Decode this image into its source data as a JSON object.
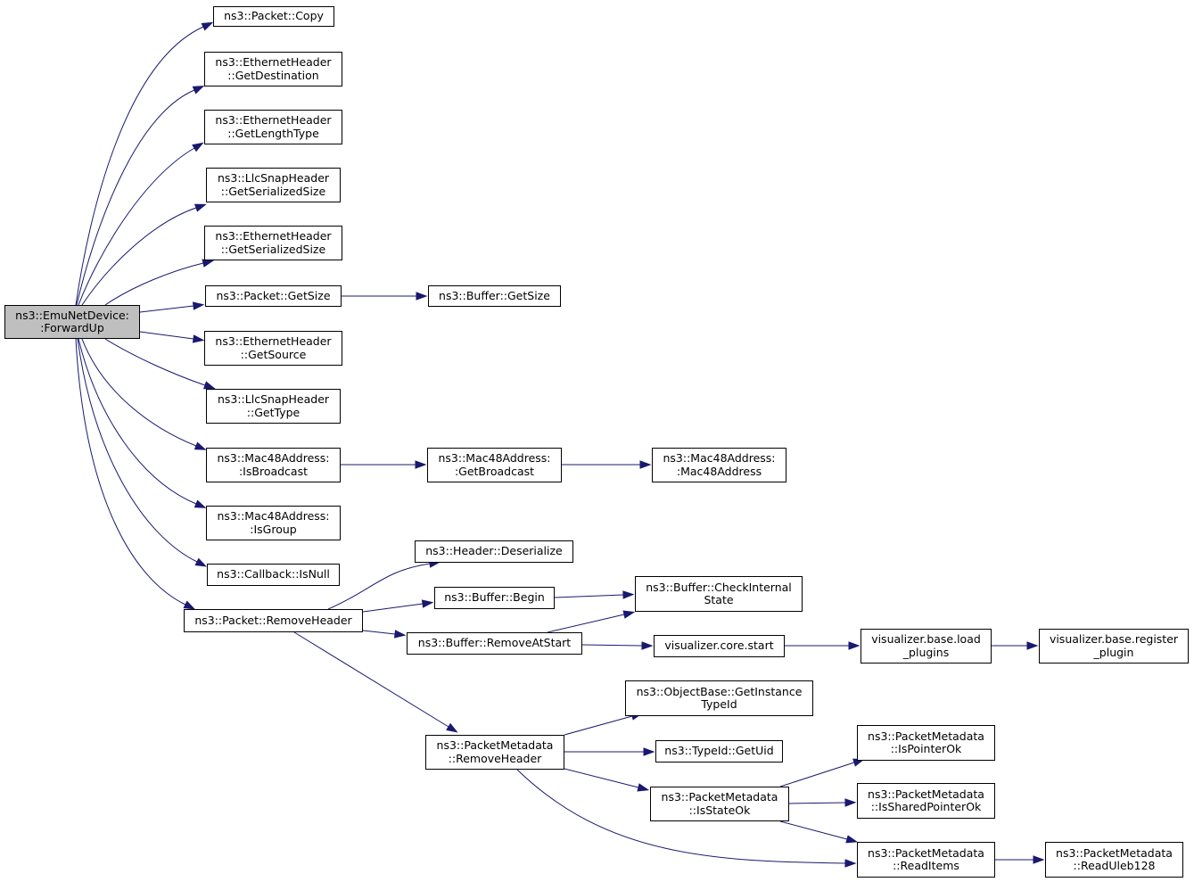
{
  "colors": {
    "edge": "#191970",
    "root_fill": "#bfbfbf",
    "node_fill": "#ffffff",
    "border": "#000000"
  },
  "nodes": {
    "n0": {
      "line1": "ns3::EmuNetDevice:",
      "line2": ":ForwardUp"
    },
    "n1": {
      "line1": "ns3::Packet::Copy",
      "line2": ""
    },
    "n2": {
      "line1": "ns3::EthernetHeader",
      "line2": "::GetDestination"
    },
    "n3": {
      "line1": "ns3::EthernetHeader",
      "line2": "::GetLengthType"
    },
    "n4": {
      "line1": "ns3::LlcSnapHeader",
      "line2": "::GetSerializedSize"
    },
    "n5": {
      "line1": "ns3::EthernetHeader",
      "line2": "::GetSerializedSize"
    },
    "n6": {
      "line1": "ns3::Packet::GetSize",
      "line2": ""
    },
    "n7": {
      "line1": "ns3::Buffer::GetSize",
      "line2": ""
    },
    "n8": {
      "line1": "ns3::EthernetHeader",
      "line2": "::GetSource"
    },
    "n9": {
      "line1": "ns3::LlcSnapHeader",
      "line2": "::GetType"
    },
    "n10": {
      "line1": "ns3::Mac48Address:",
      "line2": ":IsBroadcast"
    },
    "n11": {
      "line1": "ns3::Mac48Address:",
      "line2": ":GetBroadcast"
    },
    "n12": {
      "line1": "ns3::Mac48Address:",
      "line2": ":Mac48Address"
    },
    "n13": {
      "line1": "ns3::Mac48Address:",
      "line2": ":IsGroup"
    },
    "n14": {
      "line1": "ns3::Callback::IsNull",
      "line2": ""
    },
    "n15": {
      "line1": "ns3::Packet::RemoveHeader",
      "line2": ""
    },
    "n16": {
      "line1": "ns3::Header::Deserialize",
      "line2": ""
    },
    "n17": {
      "line1": "ns3::Buffer::Begin",
      "line2": ""
    },
    "n18": {
      "line1": "ns3::Buffer::CheckInternal",
      "line2": "State"
    },
    "n19": {
      "line1": "ns3::Buffer::RemoveAtStart",
      "line2": ""
    },
    "n20": {
      "line1": "visualizer.core.start",
      "line2": ""
    },
    "n21": {
      "line1": "visualizer.base.load",
      "line2": "_plugins"
    },
    "n22": {
      "line1": "visualizer.base.register",
      "line2": "_plugin"
    },
    "n23": {
      "line1": "ns3::PacketMetadata",
      "line2": "::RemoveHeader"
    },
    "n24": {
      "line1": "ns3::ObjectBase::GetInstance",
      "line2": "TypeId"
    },
    "n25": {
      "line1": "ns3::TypeId::GetUid",
      "line2": ""
    },
    "n26": {
      "line1": "ns3::PacketMetadata",
      "line2": "::IsStateOk"
    },
    "n27": {
      "line1": "ns3::PacketMetadata",
      "line2": "::IsPointerOk"
    },
    "n28": {
      "line1": "ns3::PacketMetadata",
      "line2": "::IsSharedPointerOk"
    },
    "n29": {
      "line1": "ns3::PacketMetadata",
      "line2": "::ReadItems"
    },
    "n30": {
      "line1": "ns3::PacketMetadata",
      "line2": "::ReadUleb128"
    }
  },
  "edges": [
    [
      "n0",
      "n1"
    ],
    [
      "n0",
      "n2"
    ],
    [
      "n0",
      "n3"
    ],
    [
      "n0",
      "n4"
    ],
    [
      "n0",
      "n5"
    ],
    [
      "n0",
      "n6"
    ],
    [
      "n0",
      "n8"
    ],
    [
      "n0",
      "n9"
    ],
    [
      "n0",
      "n10"
    ],
    [
      "n0",
      "n13"
    ],
    [
      "n0",
      "n14"
    ],
    [
      "n0",
      "n15"
    ],
    [
      "n6",
      "n7"
    ],
    [
      "n10",
      "n11"
    ],
    [
      "n11",
      "n12"
    ],
    [
      "n15",
      "n16"
    ],
    [
      "n15",
      "n17"
    ],
    [
      "n15",
      "n19"
    ],
    [
      "n15",
      "n23"
    ],
    [
      "n17",
      "n18"
    ],
    [
      "n19",
      "n18"
    ],
    [
      "n19",
      "n20"
    ],
    [
      "n20",
      "n21"
    ],
    [
      "n21",
      "n22"
    ],
    [
      "n23",
      "n24"
    ],
    [
      "n23",
      "n25"
    ],
    [
      "n23",
      "n26"
    ],
    [
      "n23",
      "n29"
    ],
    [
      "n26",
      "n27"
    ],
    [
      "n26",
      "n28"
    ],
    [
      "n26",
      "n29"
    ],
    [
      "n29",
      "n30"
    ]
  ]
}
